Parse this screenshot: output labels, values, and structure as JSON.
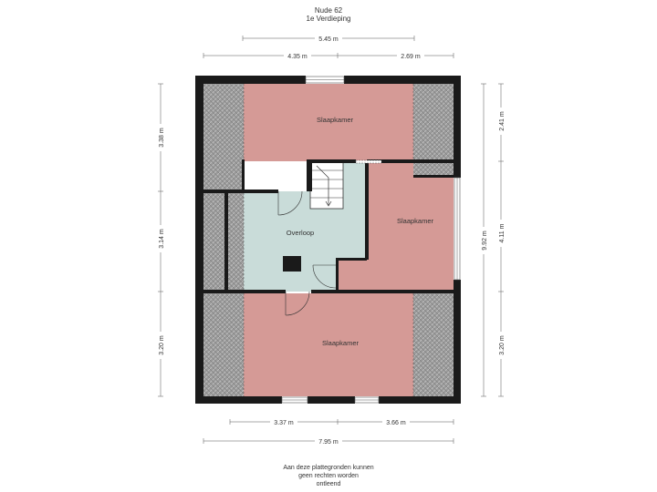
{
  "header": {
    "title": "Nude 62",
    "floor": "1e Verdieping"
  },
  "dimensions": {
    "top_total": "5.45 m",
    "top_left": "4.35 m",
    "top_right": "2.69 m",
    "left_upper": "3.38 m",
    "left_middle": "3.14 m",
    "left_lower": "3.20 m",
    "right_inner": "9.92 m",
    "right_upper": "2.41 m",
    "right_middle": "4.11 m",
    "right_lower": "3.20 m",
    "bottom_left": "3.37 m",
    "bottom_right": "3.66 m",
    "bottom_total": "7.95 m"
  },
  "rooms": {
    "bedroom_top": "Slaapkamer",
    "landing": "Overloop",
    "bedroom_right": "Slaapkamer",
    "bedroom_bottom": "Slaapkamer"
  },
  "disclaimer": [
    "Aan deze plattegronden kunnen",
    "geen rechten worden",
    "ontleend"
  ],
  "colors": {
    "bedroom": "#d59a96",
    "landing": "#c9dcd9",
    "roof_hatch": "#8c8c8c",
    "wall": "#1a1a1a"
  }
}
